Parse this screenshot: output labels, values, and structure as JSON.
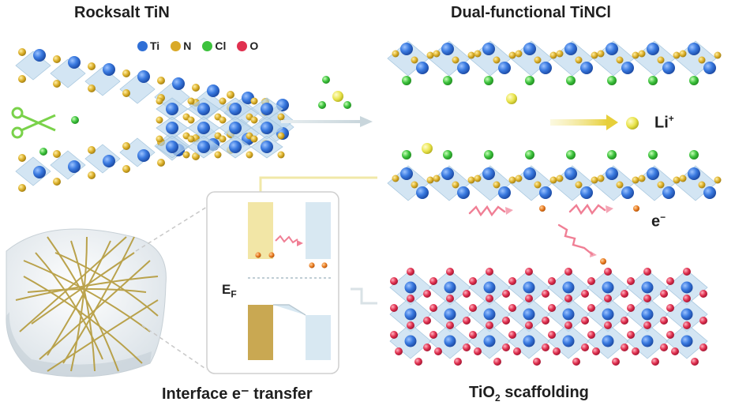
{
  "titles": {
    "left": "Rocksalt TiN",
    "right": "Dual-functional TiNCl"
  },
  "legend": [
    {
      "symbol": "Ti",
      "color": "#2f6fd6"
    },
    {
      "symbol": "N",
      "color": "#d9a928"
    },
    {
      "symbol": "Cl",
      "color": "#3cc23c"
    },
    {
      "symbol": "O",
      "color": "#e0304f"
    }
  ],
  "labels": {
    "li_main": "Li",
    "li_sup": "+",
    "e_main": "e",
    "e_sup": "−",
    "ef_main": "E",
    "ef_sub": "F",
    "bottom_left": "Interface e⁻ transfer",
    "bottom_right_main": "TiO",
    "bottom_right_sub": "2",
    "bottom_right_rest": " scaffolding"
  },
  "colors": {
    "octahedron": "#bcd7ec",
    "ti": "#2f6fd6",
    "n": "#d9a928",
    "cl": "#3cc23c",
    "o": "#e0304f",
    "li": "#e7e24a",
    "electron": "#e8781e",
    "arrow_yellow": "#ecd64f",
    "arrow_pink": "#f07f95",
    "arrow_grey": "#cfd8dc",
    "band_yellow": "#f2e6a6",
    "band_gold": "#c9a852",
    "band_blue": "#d8e8f2"
  }
}
